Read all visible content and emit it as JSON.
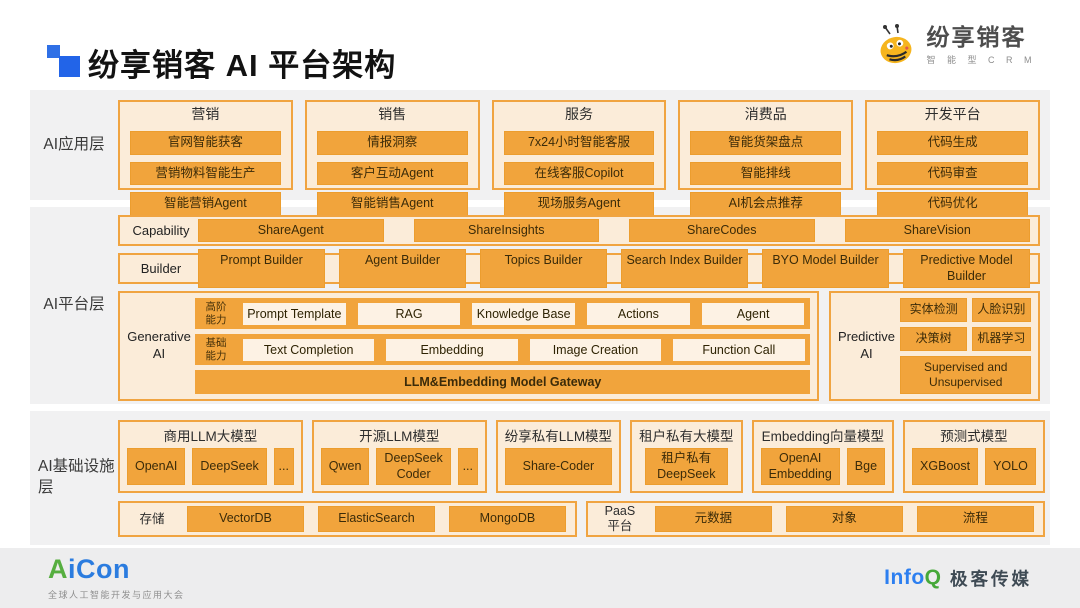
{
  "header": {
    "title": "纷享销客 AI 平台架构",
    "brand": {
      "name": "纷享销客",
      "subtitle": "智 能 型 C R M"
    }
  },
  "layers": {
    "app": {
      "label": "AI应用层",
      "columns": [
        {
          "title": "营销",
          "items": [
            "官网智能获客",
            "营销物料智能生产",
            "智能营销Agent"
          ]
        },
        {
          "title": "销售",
          "items": [
            "情报洞察",
            "客户互动Agent",
            "智能销售Agent"
          ]
        },
        {
          "title": "服务",
          "items": [
            "7x24小时智能客服",
            "在线客服Copilot",
            "现场服务Agent"
          ]
        },
        {
          "title": "消费品",
          "items": [
            "智能货架盘点",
            "智能排线",
            "AI机会点推荐"
          ]
        },
        {
          "title": "开发平台",
          "items": [
            "代码生成",
            "代码审查",
            "代码优化"
          ]
        }
      ]
    },
    "platform": {
      "label": "AI平台层",
      "capability": {
        "label": "Capability",
        "items": [
          "ShareAgent",
          "ShareInsights",
          "ShareCodes",
          "ShareVision"
        ]
      },
      "builder": {
        "label": "Builder",
        "items": [
          "Prompt Builder",
          "Agent Builder",
          "Topics Builder",
          "Search Index Builder",
          "BYO Model Builder",
          "Predictive Model Builder"
        ]
      },
      "generative": {
        "label": "Generative AI",
        "advanced": {
          "label": "高阶能力",
          "items": [
            "Prompt Template",
            "RAG",
            "Knowledge Base",
            "Actions",
            "Agent"
          ]
        },
        "basic": {
          "label": "基础能力",
          "items": [
            "Text Completion",
            "Embedding",
            "Image Creation",
            "Function Call"
          ]
        },
        "gateway": "LLM&Embedding Model Gateway"
      },
      "predictive": {
        "label": "Predictive AI",
        "items": [
          "实体检测",
          "人脸识别",
          "决策树",
          "机器学习"
        ],
        "wide_item": "Supervised and Unsupervised"
      }
    },
    "infra": {
      "label": "AI基础设施层",
      "model_groups": [
        {
          "title": "商用LLM大模型",
          "items": [
            "OpenAI",
            "DeepSeek"
          ],
          "more": "..."
        },
        {
          "title": "开源LLM模型",
          "items": [
            "Qwen",
            "DeepSeek Coder"
          ],
          "more": "..."
        },
        {
          "title": "纷享私有LLM模型",
          "items": [
            "Share-Coder"
          ]
        },
        {
          "title": "租户私有大模型",
          "items": [
            "租户私有 DeepSeek"
          ]
        },
        {
          "title": "Embedding向量模型",
          "items": [
            "OpenAI Embedding",
            "Bge"
          ]
        },
        {
          "title": "预测式模型",
          "items": [
            "XGBoost",
            "YOLO"
          ]
        }
      ],
      "storage": {
        "label": "存储",
        "items": [
          "VectorDB",
          "ElasticSearch",
          "MongoDB"
        ]
      },
      "paas": {
        "label": "PaaS 平台",
        "items": [
          "元数据",
          "对象",
          "流程"
        ]
      }
    }
  },
  "footer": {
    "aicon": {
      "head": "A",
      "rest": "iCon",
      "tagline": "全球人工智能开发与应用大会"
    },
    "infoq": {
      "info": "Info",
      "q": "Q",
      "media": "极客传媒"
    }
  },
  "colors": {
    "accent_orange": "#f1a43c",
    "cream": "#fbecd9",
    "box_border": "#f0a441",
    "band_bg": "#f1f1f2",
    "title_blue": "#2264e8",
    "aicon_blue": "#2b7cdf",
    "infoq_green": "#46a939"
  }
}
